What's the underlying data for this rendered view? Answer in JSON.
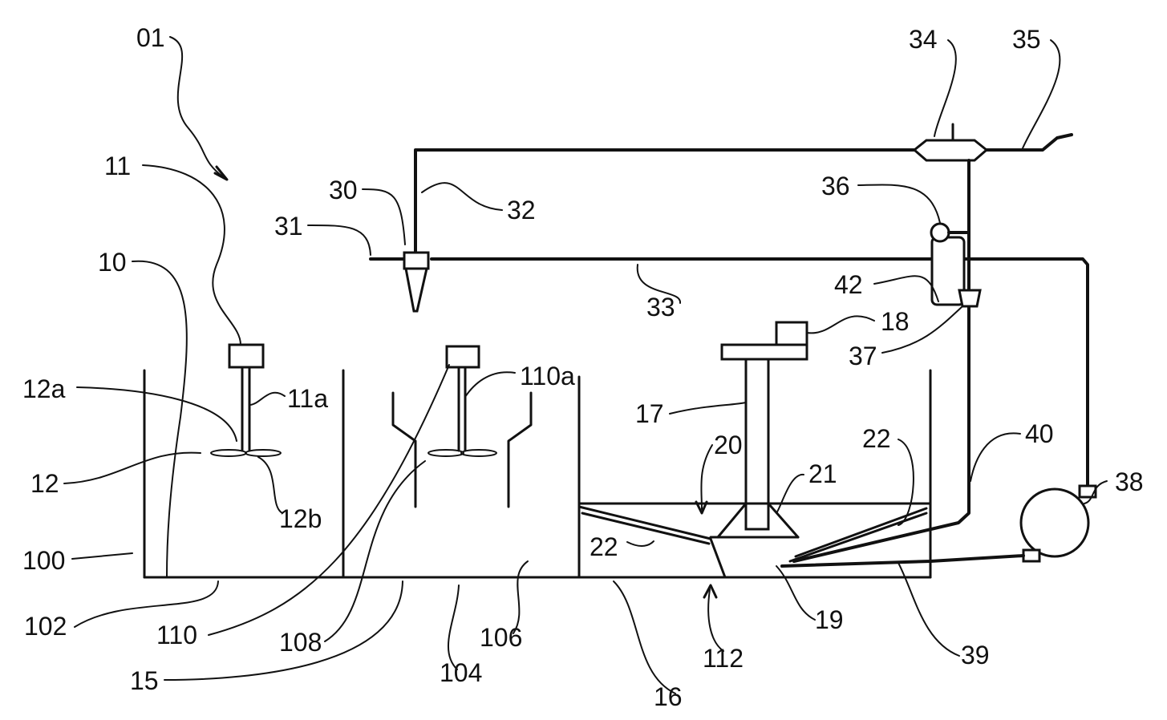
{
  "labels": {
    "fig": "01",
    "l11": "11",
    "l10": "10",
    "l11a": "11a",
    "l12a": "12a",
    "l12": "12",
    "l12b": "12b",
    "l100": "100",
    "l102": "102",
    "l110": "110",
    "l15": "15",
    "l108": "108",
    "l104": "104",
    "l106": "106",
    "l110a": "110a",
    "l30": "30",
    "l31": "31",
    "l32": "32",
    "l33": "33",
    "l34": "34",
    "l35": "35",
    "l36": "36",
    "l42": "42",
    "l37": "37",
    "l18": "18",
    "l17": "17",
    "l20": "20",
    "l21": "21",
    "l22a": "22",
    "l22b": "22",
    "l40": "40",
    "l38": "38",
    "l16": "16",
    "l112": "112",
    "l19": "19",
    "l39": "39"
  }
}
